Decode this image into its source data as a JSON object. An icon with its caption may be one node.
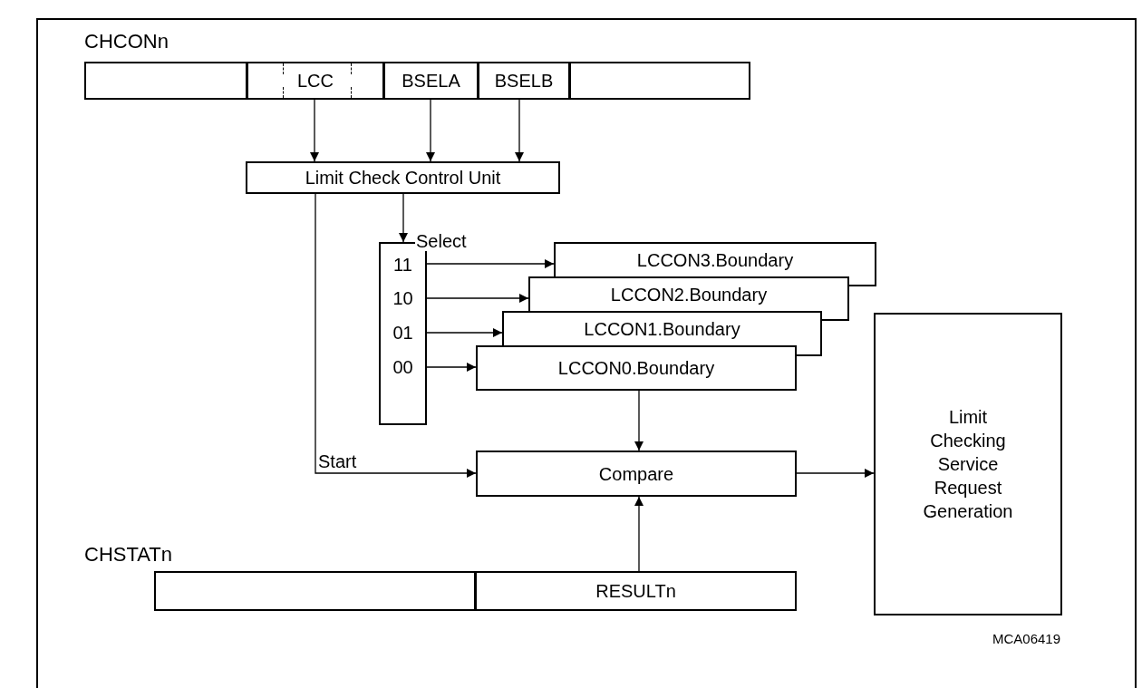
{
  "diagram": {
    "nodes": [
      {
        "text": [
          "CHCONn"
        ]
      },
      {
        "text": [],
        "shape": "box",
        "in": 0
      },
      {
        "text": [
          "LCC"
        ],
        "in": 0
      },
      {
        "text": [
          "BSELA"
        ],
        "in": 0
      },
      {
        "text": [
          "BSELB"
        ],
        "in": 0
      },
      {
        "text": [],
        "shape": "box",
        "in": 0
      },
      {
        "text": [
          "Limit Check Control Unit"
        ]
      },
      {
        "text": [],
        "shape": "box"
      },
      {
        "text": [
          "11"
        ],
        "in": 7
      },
      {
        "text": [
          "10"
        ],
        "in": 7
      },
      {
        "text": [
          "01"
        ],
        "in": 7
      },
      {
        "text": [
          "00"
        ],
        "in": 7
      },
      {
        "text": [
          "LCCON3.Boundary"
        ]
      },
      {
        "text": [
          "LCCON2.Boundary"
        ]
      },
      {
        "text": [
          "LCCON1.Boundary"
        ]
      },
      {
        "text": [
          "LCCON0.Boundary"
        ]
      },
      {
        "text": [
          "Compare"
        ]
      },
      {
        "text": [
          "Limit Checking Service Request Generation"
        ]
      },
      {
        "text": [
          "CHSTATn"
        ]
      },
      {
        "text": [],
        "shape": "box",
        "in": 18
      },
      {
        "text": [
          "RESULTn"
        ],
        "in": 18
      }
    ],
    "edges": [
      {
        "from": 2,
        "to": 6,
        "arrow": "to"
      },
      {
        "from": 3,
        "to": 6,
        "arrow": "to"
      },
      {
        "from": 4,
        "to": 6,
        "arrow": "to"
      },
      {
        "from": 6,
        "to": 7,
        "arrow": "to",
        "label": "Select"
      },
      {
        "from": 8,
        "to": 12,
        "arrow": "to"
      },
      {
        "from": 9,
        "to": 13,
        "arrow": "to"
      },
      {
        "from": 10,
        "to": 14,
        "arrow": "to"
      },
      {
        "from": 11,
        "to": 15,
        "arrow": "to"
      },
      {
        "from": 15,
        "to": 16,
        "arrow": "to"
      },
      {
        "from": 6,
        "to": 16,
        "arrow": "to",
        "label": "Start"
      },
      {
        "from": 20,
        "to": 16,
        "arrow": "to"
      },
      {
        "from": 16,
        "to": 17,
        "arrow": "to"
      }
    ],
    "labels": [
      "MCA06419"
    ]
  }
}
